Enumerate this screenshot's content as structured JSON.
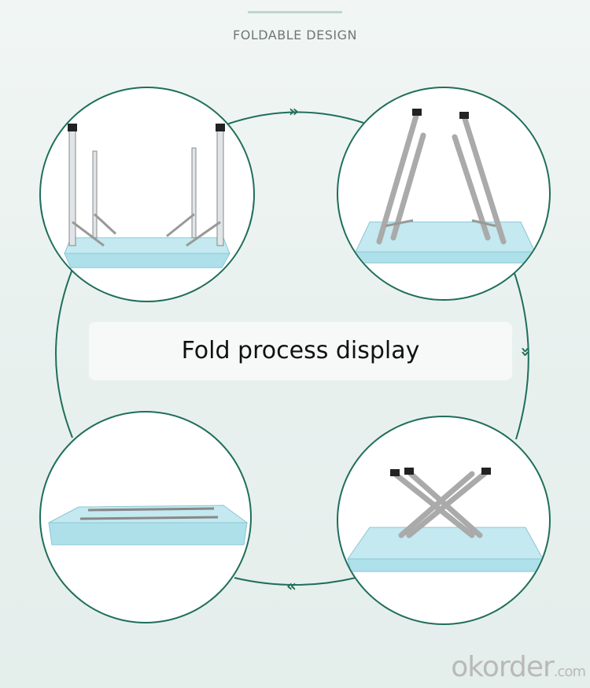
{
  "header": {
    "title": "FOLDABLE DESIGN"
  },
  "caption": {
    "text": "Fold process display"
  },
  "arrows": {
    "forward": "»",
    "down": "»",
    "back": "«"
  },
  "steps": [
    {
      "name": "legs-upright"
    },
    {
      "name": "legs-tilting"
    },
    {
      "name": "legs-crossed"
    },
    {
      "name": "fully-folded"
    }
  ],
  "watermark": {
    "main": "okorder",
    "suffix": ".com"
  },
  "colors": {
    "accent": "#1f6e5b",
    "table_top": "#aee0ea",
    "leg": "#9a9a9a"
  }
}
